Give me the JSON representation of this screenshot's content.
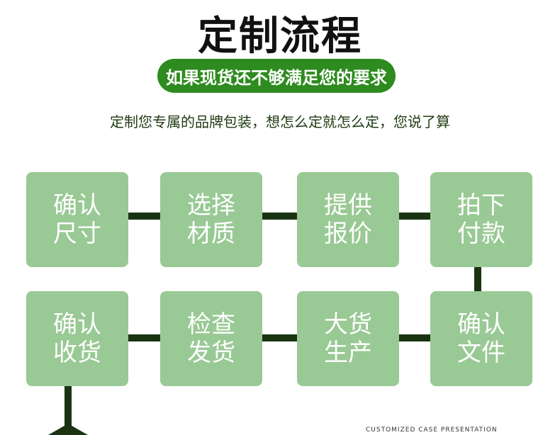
{
  "title": "定制流程",
  "banner": "如果现货还不够满足您的要求",
  "subtitle": "定制您专属的品牌包装，想怎么定就怎么定，您说了算",
  "steps": [
    {
      "line1": "确认",
      "line2": "尺寸"
    },
    {
      "line1": "选择",
      "line2": "材质"
    },
    {
      "line1": "提供",
      "line2": "报价"
    },
    {
      "line1": "拍下",
      "line2": "付款"
    },
    {
      "line1": "确认",
      "line2": "文件"
    },
    {
      "line1": "大货",
      "line2": "生产"
    },
    {
      "line1": "检查",
      "line2": "发货"
    },
    {
      "line1": "确认",
      "line2": "收货"
    }
  ],
  "footnote": "CUSTOMIZED CASE PRESENTATION",
  "colors": {
    "box": "#99c994",
    "connector": "#1a3412",
    "banner": "#2e8b1f"
  }
}
